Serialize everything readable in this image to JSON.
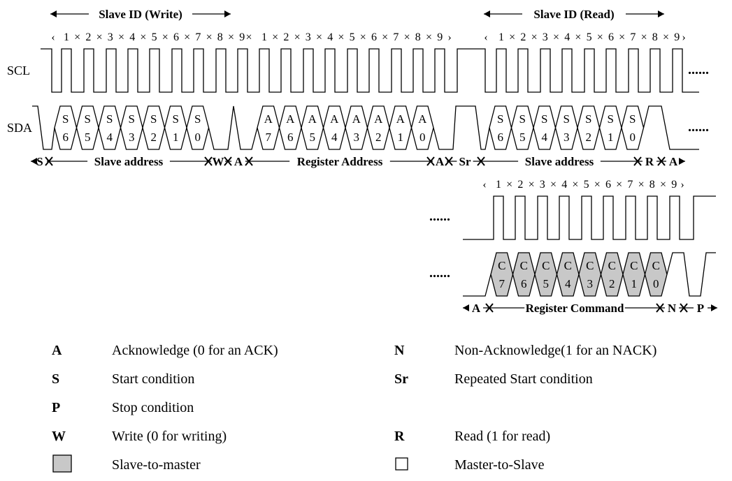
{
  "signals": {
    "scl": "SCL",
    "sda": "SDA"
  },
  "continuation": "......",
  "header_brackets": [
    {
      "label": "Slave ID (Write)"
    },
    {
      "label": "Slave ID (Read)"
    }
  ],
  "clock_counts": {
    "write_slave": [
      "1",
      "2",
      "3",
      "4",
      "5",
      "6",
      "7",
      "8",
      "9"
    ],
    "write_register": [
      "1",
      "2",
      "3",
      "4",
      "5",
      "6",
      "7",
      "8",
      "9"
    ],
    "read_slave": [
      "1",
      "2",
      "3",
      "4",
      "5",
      "6",
      "7",
      "8",
      "9"
    ],
    "read_command": [
      "1",
      "2",
      "3",
      "4",
      "5",
      "6",
      "7",
      "8",
      "9"
    ]
  },
  "bit_cells": {
    "slave_write": [
      [
        "S",
        "6"
      ],
      [
        "S",
        "5"
      ],
      [
        "S",
        "4"
      ],
      [
        "S",
        "3"
      ],
      [
        "S",
        "2"
      ],
      [
        "S",
        "1"
      ],
      [
        "S",
        "0"
      ]
    ],
    "register": [
      [
        "A",
        "7"
      ],
      [
        "A",
        "6"
      ],
      [
        "A",
        "5"
      ],
      [
        "A",
        "4"
      ],
      [
        "A",
        "3"
      ],
      [
        "A",
        "2"
      ],
      [
        "A",
        "1"
      ],
      [
        "A",
        "0"
      ]
    ],
    "slave_read": [
      [
        "S",
        "6"
      ],
      [
        "S",
        "5"
      ],
      [
        "S",
        "4"
      ],
      [
        "S",
        "3"
      ],
      [
        "S",
        "2"
      ],
      [
        "S",
        "1"
      ],
      [
        "S",
        "0"
      ]
    ],
    "command": [
      [
        "C",
        "7"
      ],
      [
        "C",
        "6"
      ],
      [
        "C",
        "5"
      ],
      [
        "C",
        "4"
      ],
      [
        "C",
        "3"
      ],
      [
        "C",
        "2"
      ],
      [
        "C",
        "1"
      ],
      [
        "C",
        "0"
      ]
    ]
  },
  "segments_row1": [
    "S",
    "Slave address",
    "W",
    "A",
    "Register Address",
    "A",
    "Sr",
    "Slave address",
    "R",
    "A"
  ],
  "segments_row2": [
    "A",
    "Register Command",
    "N",
    "P"
  ],
  "legend": [
    {
      "key": "A",
      "desc": "Acknowledge (0 for an ACK)"
    },
    {
      "key": "N",
      "desc": "Non-Acknowledge(1 for an NACK)"
    },
    {
      "key": "S",
      "desc": "Start condition"
    },
    {
      "key": "Sr",
      "desc": "Repeated Start condition"
    },
    {
      "key": "P",
      "desc": "Stop condition"
    },
    {
      "key": "W",
      "desc": "Write (0 for writing)"
    },
    {
      "key": "R",
      "desc": "Read (1 for read)"
    },
    {
      "key": "",
      "desc": "Slave-to-master"
    },
    {
      "key": "",
      "desc": "Master-to-Slave"
    }
  ],
  "colors": {
    "line": "#000000",
    "slave_fill": "#c8c8c8",
    "master_fill": "#ffffff"
  }
}
